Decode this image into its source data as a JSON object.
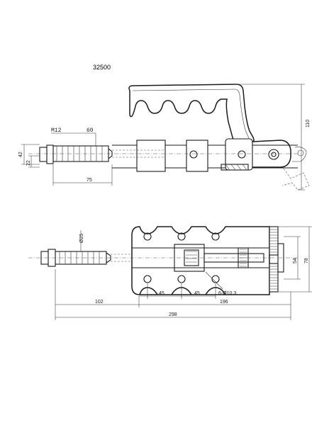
{
  "title": "32500",
  "labels": {
    "thread": "M12",
    "thread_len": "60",
    "height_total": "110",
    "dim_42": "42",
    "dim_22": "22",
    "dim_75": "75",
    "dim_d25": "Ø25",
    "dim_102": "102",
    "dim_45a": "45",
    "dim_45b": "45",
    "dim_holes": "6-Ø10.3",
    "dim_196": "196",
    "dim_298": "298",
    "dim_54": "54",
    "dim_78": "78"
  }
}
